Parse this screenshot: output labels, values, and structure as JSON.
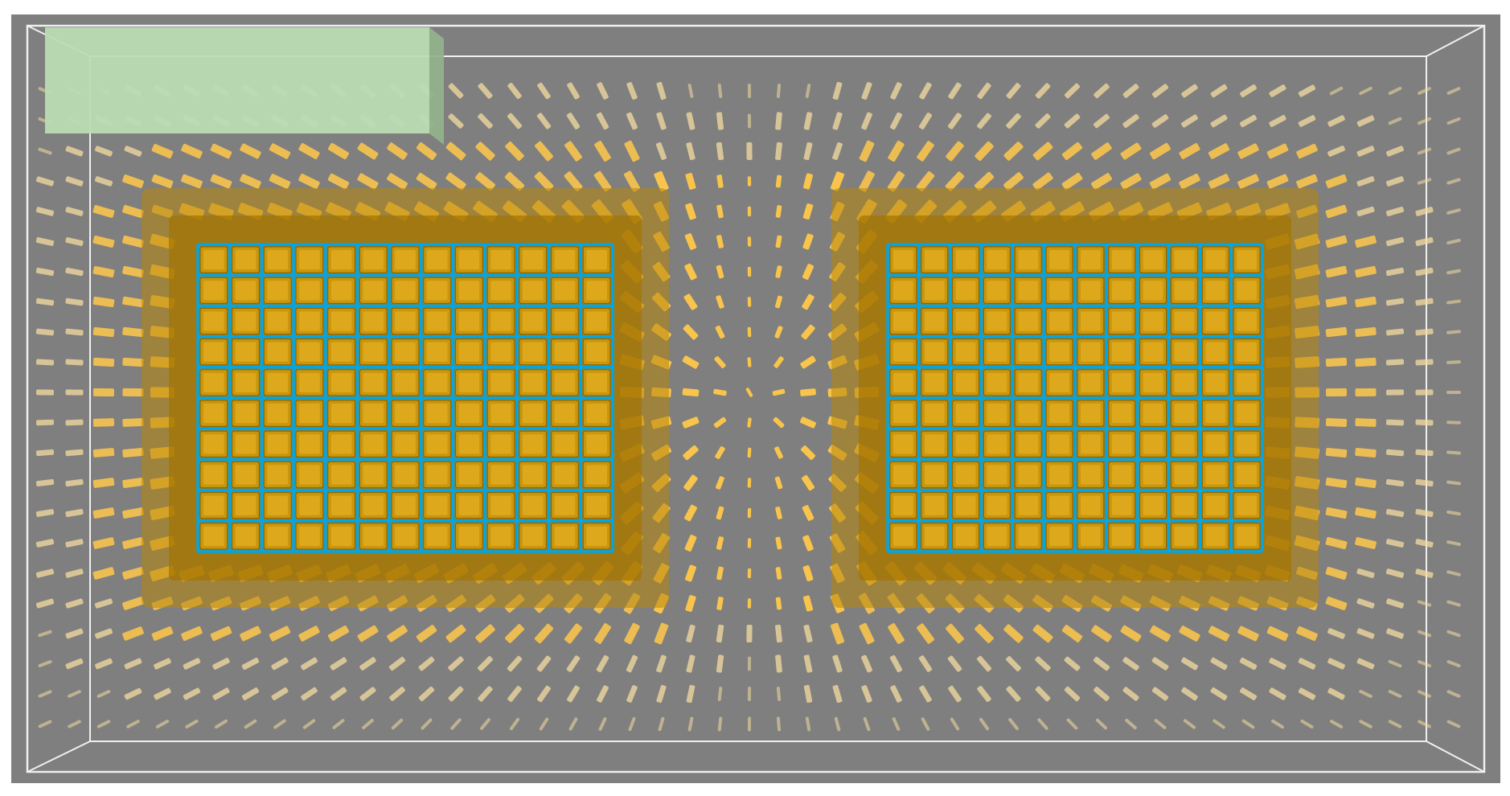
{
  "scene": {
    "colors": {
      "background": "#7f7f7f",
      "frame": "#f0f0f0",
      "arrow_near": "#ffc84a",
      "arrow_far": "#f4dca0",
      "arrow_dark": "#b8860b",
      "mesh": "#00a6e6",
      "box": "#b9dcb3",
      "box_side": "#93b28d"
    },
    "icons": {
      "vector_glyph": "cuboid-arrow",
      "legend_box": "green-box"
    },
    "conductors": [
      {
        "name": "left-conductor",
        "grid_cols": 13,
        "grid_rows": 10
      },
      {
        "name": "right-conductor",
        "grid_cols": 12,
        "grid_rows": 10
      }
    ]
  }
}
